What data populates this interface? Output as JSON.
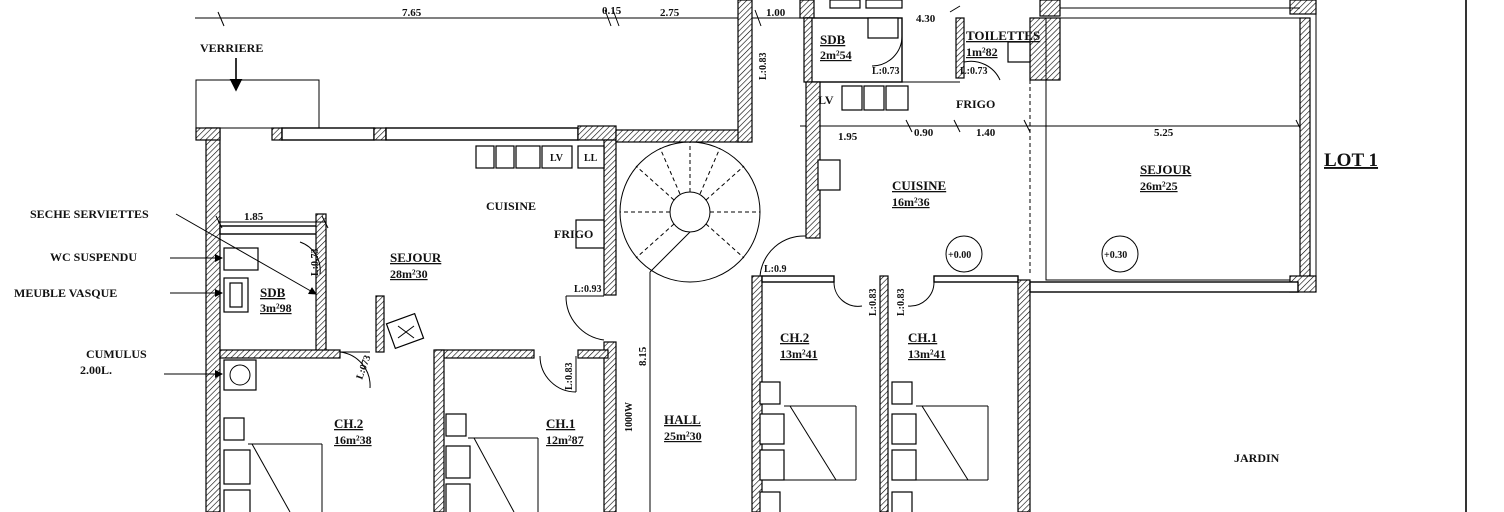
{
  "plan": {
    "lot_label": "LOT 1",
    "garden": "JARDIN",
    "left_unit": {
      "verriere": "VERRIERE",
      "cuisine": "CUISINE",
      "sejour": {
        "name": "SEJOUR",
        "area": "28m²30"
      },
      "sdb": {
        "name": "SDB",
        "area": "3m²98"
      },
      "ch2": {
        "name": "CH.2",
        "area": "16m²38"
      },
      "ch1": {
        "name": "CH.1",
        "area": "12m²87"
      },
      "hall": {
        "name": "HALL",
        "area": "25m²30"
      },
      "frigo": "FRIGO",
      "lv": "LV",
      "ll": "LL",
      "annotations": {
        "seche_serviettes": "SECHE SERVIETTES",
        "wc_suspendu": "WC SUSPENDU",
        "meuble_vasque": "MEUBLE VASQUE",
        "cumulus": "CUMULUS",
        "cumulus_capacity": "2.00L."
      },
      "dims": {
        "top_1": "7.65",
        "top_2": "0.15",
        "top_3": "2.75",
        "top_4": "1.00",
        "sdb_width": "1.85",
        "hall_length": "8.15",
        "door_sdb": "L:0.73",
        "door_kitchen": "L:0.93",
        "door_ch1": "L:0.83",
        "door_top": "L:0.83",
        "sdb_door_2": "L:0.73",
        "cumulus_note": "1000W",
        "door_small": "L:073"
      }
    },
    "right_unit": {
      "sdb": {
        "name": "SDB",
        "area": "2m²54"
      },
      "toilettes": {
        "name": "TOILETTES",
        "area": "1m²82"
      },
      "cuisine": {
        "name": "CUISINE",
        "area": "16m²36"
      },
      "sejour": {
        "name": "SEJOUR",
        "area": "26m²25"
      },
      "ch2": {
        "name": "CH.2",
        "area": "13m²41"
      },
      "ch1": {
        "name": "CH.1",
        "area": "13m²41"
      },
      "frigo": "FRIGO",
      "lv": "LV",
      "level_1": "+0.00",
      "level_2": "+0.30",
      "dims": {
        "d1": "1.95",
        "d2": "0.90",
        "d3": "1.40",
        "d4": "5.25",
        "top_small": "4.30",
        "door_sdb": "L:0.73",
        "door_toil": "L:0.73",
        "door_ch": "L:0.9",
        "door_ch2": "L:0.83",
        "door_ch1": "L:0.83"
      }
    }
  }
}
